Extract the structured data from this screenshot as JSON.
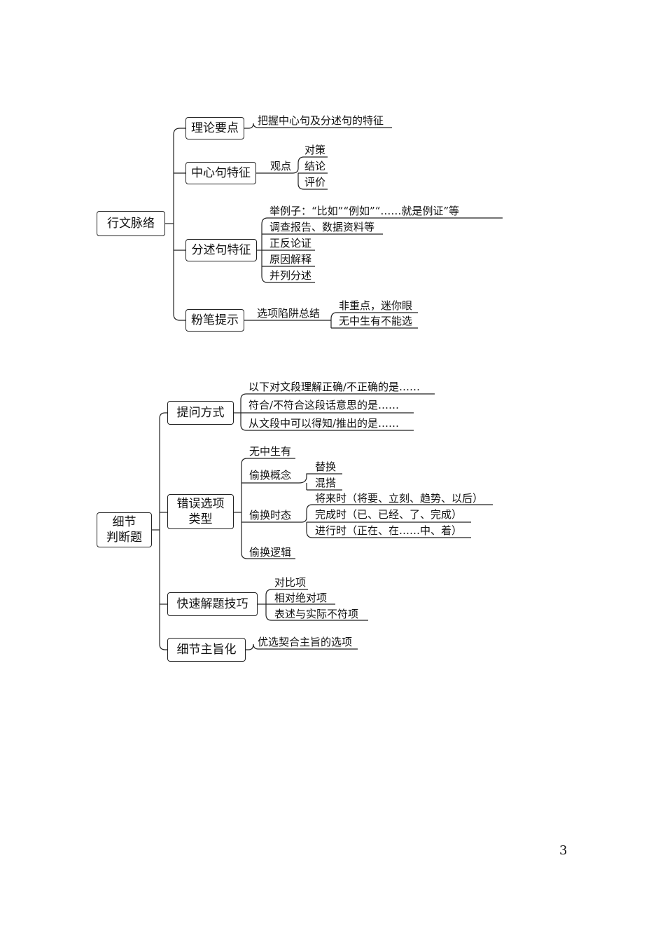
{
  "map1": {
    "root": "行文脉络",
    "b1": {
      "label": "理论要点",
      "leaf": "把握中心句及分述句的特征"
    },
    "b2": {
      "label": "中心句特征",
      "mid": "观点",
      "leaves": [
        "对策",
        "结论",
        "评价"
      ]
    },
    "b3": {
      "label": "分述句特征",
      "leaves": [
        "举例子：“比如”“例如”“……就是例证”等",
        "调查报告、数据资料等",
        "正反论证",
        "原因解释",
        "并列分述"
      ]
    },
    "b4": {
      "label": "粉笔提示",
      "mid": "选项陷阱总结",
      "leaves": [
        "非重点，迷你眼",
        "无中生有不能选"
      ]
    }
  },
  "map2": {
    "root_line1": "细节",
    "root_line2": "判断题",
    "b1": {
      "label": "提问方式",
      "leaves": [
        "以下对文段理解正确/不正确的是……",
        "符合/不符合这段话意思的是……",
        "从文段中可以得知/推出的是……"
      ]
    },
    "b2": {
      "label_line1": "错误选项",
      "label_line2": "类型",
      "s1": "无中生有",
      "s2": {
        "label": "偷换概念",
        "leaves": [
          "替换",
          "混搭"
        ]
      },
      "s3": {
        "label": "偷换时态",
        "leaves": [
          "将来时（将要、立刻、趋势、以后）",
          "完成时（已、已经、了、完成）",
          "进行时（正在、在……中、着）"
        ]
      },
      "s4": "偷换逻辑"
    },
    "b3": {
      "label": "快速解题技巧",
      "leaves": [
        "对比项",
        "相对绝对项",
        "表述与实际不符项"
      ]
    },
    "b4": {
      "label": "细节主旨化",
      "leaf": "优选契合主旨的选项"
    }
  },
  "page_number": "3"
}
